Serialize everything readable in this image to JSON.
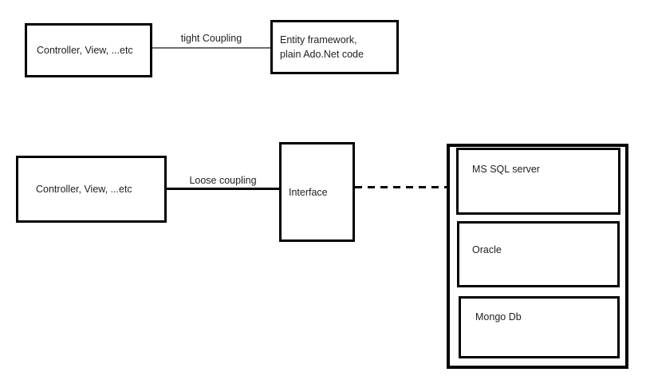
{
  "diagram": {
    "tight_coupling": {
      "client_box": "Controller, View, ...etc",
      "connector_label": "tight Coupling",
      "data_access_box": "Entity framework,\nplain Ado.Net code"
    },
    "loose_coupling": {
      "client_box": "Controller, View, ...etc",
      "connector_label": "Loose coupling",
      "interface_box": "Interface",
      "databases": [
        "MS SQL server",
        "Oracle",
        "Mongo Db"
      ]
    },
    "colors": {
      "background": "#ffffff",
      "box_border": "#000000",
      "tight_connector": "#6e6e6e",
      "loose_connector": "#000000",
      "text": "#1f1f1f"
    }
  }
}
